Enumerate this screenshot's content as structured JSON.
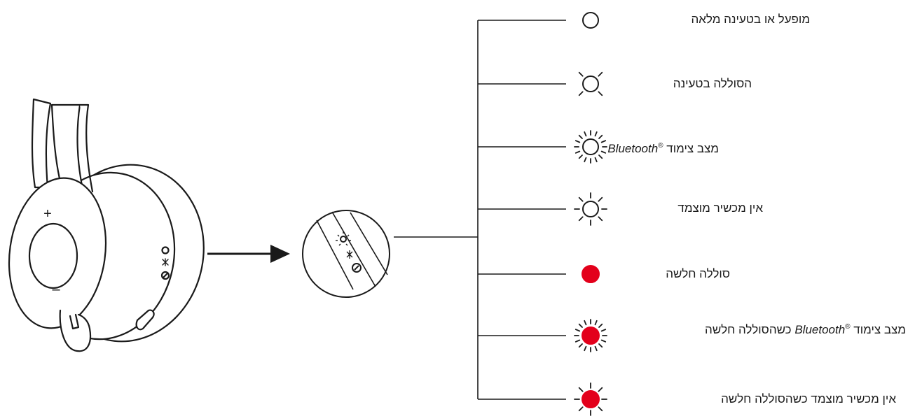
{
  "legend": {
    "items": [
      {
        "id": "on-full",
        "indicator": "white",
        "rays": "none",
        "text_before": "",
        "brand": "",
        "text_after": "מופעל או בטעינה מלאה"
      },
      {
        "id": "charging",
        "indicator": "white",
        "rays": "slow",
        "text_before": "",
        "brand": "",
        "text_after": "הסוללה בטעינה"
      },
      {
        "id": "pairing",
        "indicator": "white",
        "rays": "fast",
        "text_before": "מצב צימוד",
        "brand": "Bluetooth",
        "text_after": ""
      },
      {
        "id": "no-device",
        "indicator": "white",
        "rays": "pulse",
        "text_before": "אין מכשיר מוצמד",
        "brand": "",
        "text_after": ""
      },
      {
        "id": "low-battery",
        "indicator": "red",
        "rays": "none",
        "text_before": "סוללה חלשה",
        "brand": "",
        "text_after": ""
      },
      {
        "id": "pairing-low",
        "indicator": "red",
        "rays": "fast",
        "text_before": "מצב צימוד",
        "brand": "Bluetooth",
        "text_after": "כשהסוללה חלשה"
      },
      {
        "id": "no-device-low",
        "indicator": "red",
        "rays": "pulse",
        "text_before": "אין מכשיר מוצמד כשהסוללה חלשה",
        "brand": "",
        "text_after": ""
      }
    ],
    "registered_mark": "®"
  },
  "headset": {
    "volume_up_symbol": "+",
    "volume_down_symbol": "–"
  },
  "colors": {
    "line": "#1a1a1a",
    "red_led": "#e3001b",
    "white_led": "#ffffff"
  }
}
